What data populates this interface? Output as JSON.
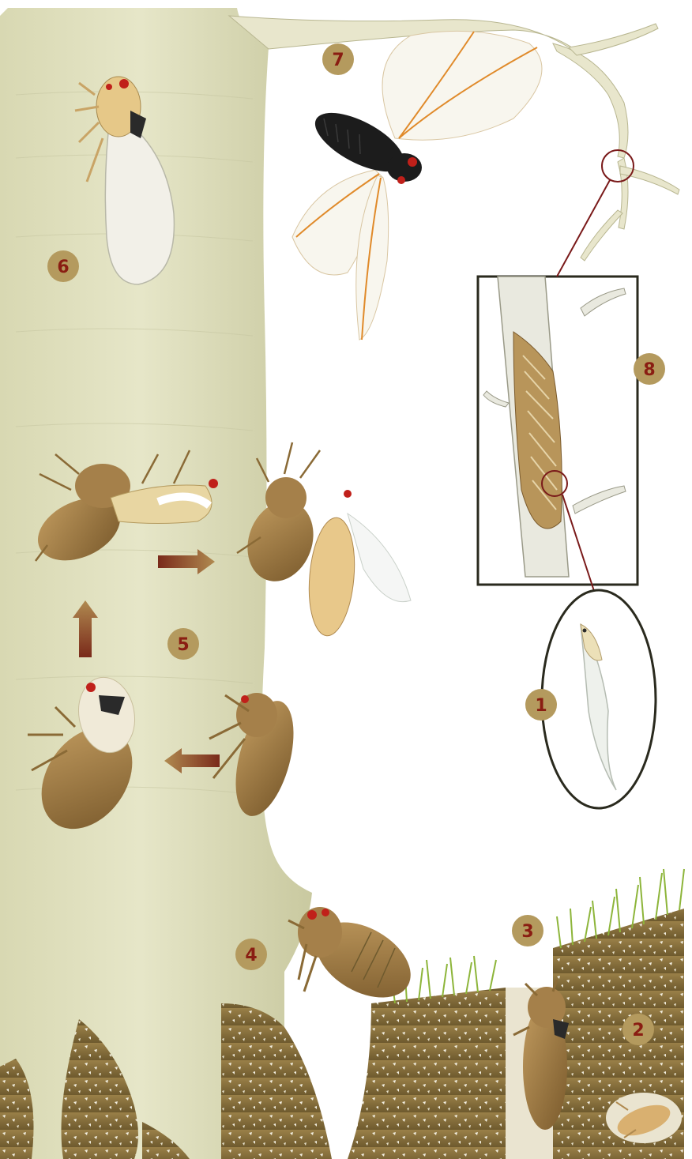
{
  "colors": {
    "badge_fill": "#b49a5e",
    "badge_text": "#8a1d12",
    "tree_bark": "#ddddbc",
    "tree_bark_light": "#eeeedc",
    "soil": "#8c7440",
    "soil_dark": "#6e5a2e",
    "grass": "#8db53a",
    "frame_dark": "#2a2a1e",
    "callout_line": "#7a1a1a",
    "arrow": "#8d4a24",
    "cicada_body_black": "#1c1c1c",
    "wing_vein_orange": "#e08a2a",
    "nymph_brown": "#a5804a",
    "teneral_cream": "#e8d6a2",
    "eye_red": "#c0201a"
  },
  "stages": [
    {
      "id": "stage-1",
      "label": "1",
      "subject": "egg-hatching"
    },
    {
      "id": "stage-2",
      "label": "2",
      "subject": "underground-nymph"
    },
    {
      "id": "stage-3",
      "label": "3",
      "subject": "nymph-in-tunnel"
    },
    {
      "id": "stage-4",
      "label": "4",
      "subject": "nymph-emerging-from-soil"
    },
    {
      "id": "stage-5",
      "label": "5",
      "subject": "molting-sequence"
    },
    {
      "id": "stage-6",
      "label": "6",
      "subject": "teneral-adult"
    },
    {
      "id": "stage-7",
      "label": "7",
      "subject": "flying-adult-cicada"
    },
    {
      "id": "stage-8",
      "label": "8",
      "subject": "egg-slits-in-twig"
    }
  ]
}
